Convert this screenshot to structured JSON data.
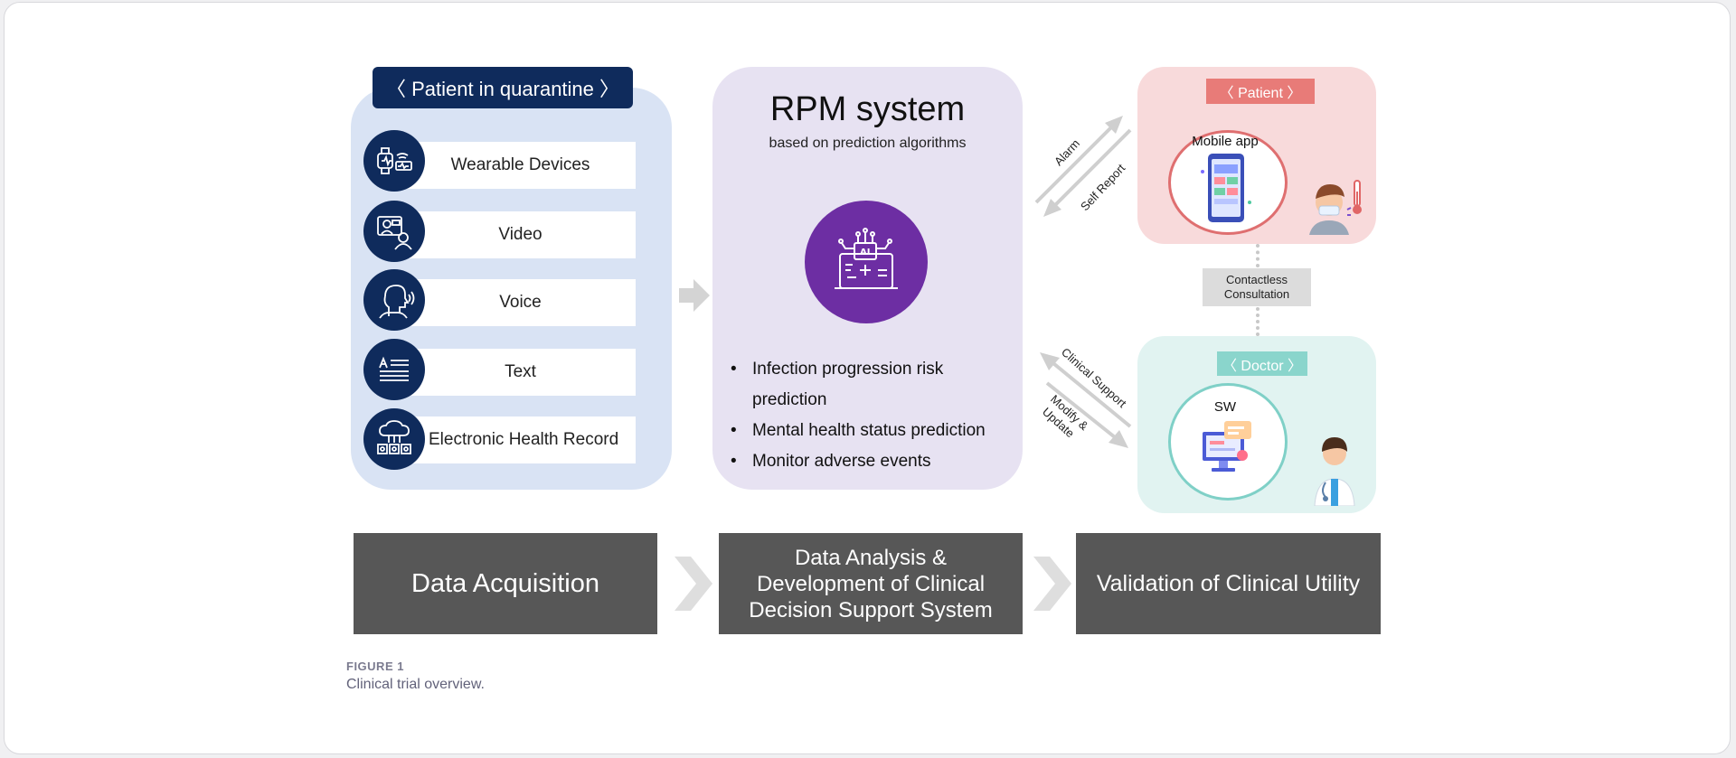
{
  "left": {
    "title": "〈 Patient in quarantine 〉",
    "items": [
      {
        "label": "Wearable Devices",
        "icon": "smartwatch-icon"
      },
      {
        "label": "Video",
        "icon": "video-call-icon"
      },
      {
        "label": "Voice",
        "icon": "voice-icon"
      },
      {
        "label": "Text",
        "icon": "text-document-icon"
      },
      {
        "label": "Electronic Health Record",
        "icon": "health-record-icon"
      }
    ]
  },
  "middle": {
    "title": "RPM system",
    "subtitle": "based on prediction algorithms",
    "bullets": [
      "Infection progression risk prediction",
      "Mental health status prediction",
      "Monitor adverse events"
    ]
  },
  "right": {
    "patient_label": "〈 Patient 〉",
    "mobile_app_label": "Mobile app",
    "doctor_label": "〈 Doctor 〉",
    "sw_label": "SW",
    "consultation": [
      "Contactless",
      "Consultation"
    ],
    "arrows": {
      "alarm": "Alarm",
      "self_report": "Self Report",
      "clinical_support": "Clinical Support",
      "modify": "Modify &",
      "update": "Update"
    }
  },
  "phases": {
    "acquisition": "Data Acquisition",
    "analysis": [
      "Data Analysis &",
      "Development of Clinical",
      "Decision Support System"
    ],
    "validation": "Validation of Clinical Utility"
  },
  "figure": {
    "label": "FIGURE 1",
    "caption": "Clinical trial overview."
  },
  "colors": {
    "navy": "#0f2b5c",
    "purple": "#6d2ea3",
    "patient_accent": "#e87b78",
    "doctor_accent": "#8ad5cc",
    "phase_gray": "#575757"
  }
}
